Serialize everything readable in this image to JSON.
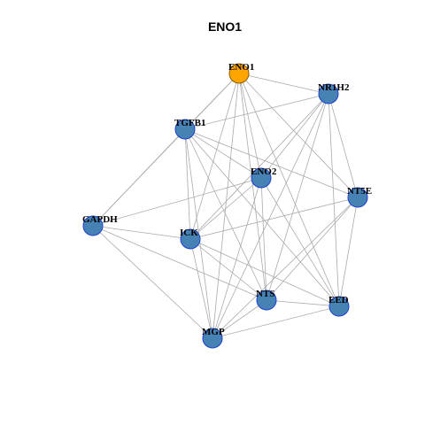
{
  "title": "ENO1",
  "colors": {
    "background": "#ffffff",
    "edge": "#aaaaaa",
    "node_fill": "#4682b4",
    "node_border": "#1f3fcf",
    "center_fill": "#ffa500",
    "center_border": "#8a5a00"
  },
  "network": {
    "center": "ENO1",
    "nodes": [
      "ENO1",
      "NR1H2",
      "TGFB1",
      "ENO2",
      "NT5E",
      "GAPDH",
      "ICK",
      "NTS",
      "EED",
      "MGP"
    ],
    "edges": [
      [
        "ENO1",
        "NR1H2"
      ],
      [
        "ENO1",
        "TGFB1"
      ],
      [
        "ENO1",
        "ENO2"
      ],
      [
        "ENO1",
        "NT5E"
      ],
      [
        "ENO1",
        "GAPDH"
      ],
      [
        "ENO1",
        "ICK"
      ],
      [
        "ENO1",
        "NTS"
      ],
      [
        "ENO1",
        "EED"
      ],
      [
        "ENO1",
        "MGP"
      ],
      [
        "NR1H2",
        "TGFB1"
      ],
      [
        "NR1H2",
        "ENO2"
      ],
      [
        "NR1H2",
        "NT5E"
      ],
      [
        "NR1H2",
        "ICK"
      ],
      [
        "NR1H2",
        "NTS"
      ],
      [
        "NR1H2",
        "EED"
      ],
      [
        "NR1H2",
        "MGP"
      ],
      [
        "TGFB1",
        "ENO2"
      ],
      [
        "TGFB1",
        "NT5E"
      ],
      [
        "TGFB1",
        "GAPDH"
      ],
      [
        "TGFB1",
        "ICK"
      ],
      [
        "TGFB1",
        "NTS"
      ],
      [
        "TGFB1",
        "EED"
      ],
      [
        "TGFB1",
        "MGP"
      ],
      [
        "ENO2",
        "ICK"
      ],
      [
        "ENO2",
        "NTS"
      ],
      [
        "ENO2",
        "EED"
      ],
      [
        "ENO2",
        "MGP"
      ],
      [
        "ENO2",
        "GAPDH"
      ],
      [
        "NT5E",
        "ICK"
      ],
      [
        "NT5E",
        "NTS"
      ],
      [
        "NT5E",
        "EED"
      ],
      [
        "NT5E",
        "MGP"
      ],
      [
        "GAPDH",
        "ICK"
      ],
      [
        "GAPDH",
        "NTS"
      ],
      [
        "GAPDH",
        "MGP"
      ],
      [
        "ICK",
        "NTS"
      ],
      [
        "ICK",
        "EED"
      ],
      [
        "ICK",
        "MGP"
      ],
      [
        "NTS",
        "EED"
      ],
      [
        "NTS",
        "MGP"
      ],
      [
        "EED",
        "MGP"
      ]
    ]
  }
}
